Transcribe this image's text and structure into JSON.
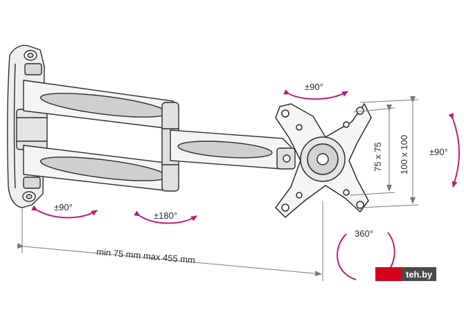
{
  "labels": {
    "swivel_top": "±90°",
    "swivel_wall": "±90°",
    "swivel_mid": "±180°",
    "tilt": "±90°",
    "rotation": "360°",
    "vesa_small": "75 x 75",
    "vesa_large": "100 x 100",
    "extension": "min 75 mm max 455 mm"
  },
  "watermark": {
    "text": "teh.by"
  },
  "colors": {
    "accent": "#c2187a",
    "line": "#2b2b2b",
    "fill_light": "#f2f2f2",
    "fill_mid": "#d9d9d9"
  }
}
